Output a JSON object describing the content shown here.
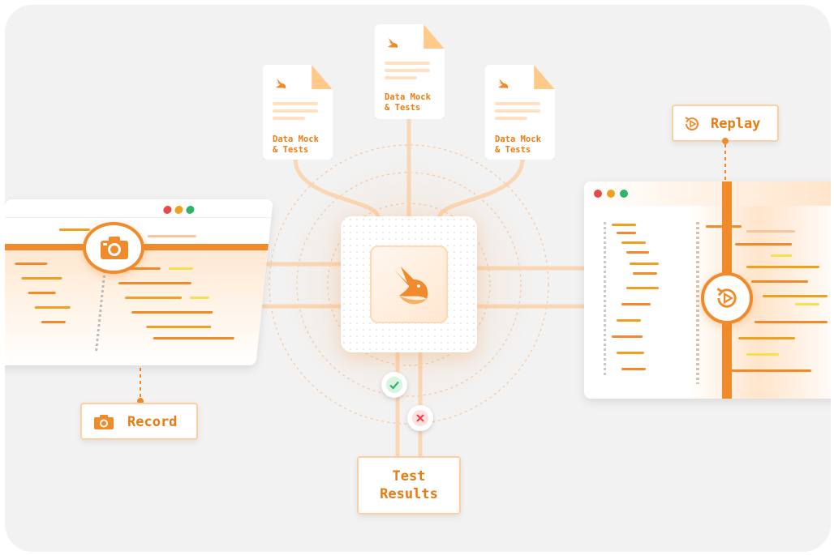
{
  "documents": [
    {
      "label": "Data Mock\n& Tests"
    },
    {
      "label": "Data Mock\n& Tests"
    },
    {
      "label": "Data Mock\n& Tests"
    }
  ],
  "replay": {
    "label": "Replay",
    "icon": "replay-icon"
  },
  "record": {
    "label": "Record",
    "icon": "camera-icon"
  },
  "results": {
    "label": "Test\nResults"
  },
  "status": {
    "pass_icon": "check-icon",
    "fail_icon": "cross-icon"
  },
  "colors": {
    "accent": "#f08a2a",
    "accent_light": "#ffd9b3",
    "pass": "#2fb36b",
    "fail": "#e8474b",
    "background": "#f2f2f2"
  }
}
